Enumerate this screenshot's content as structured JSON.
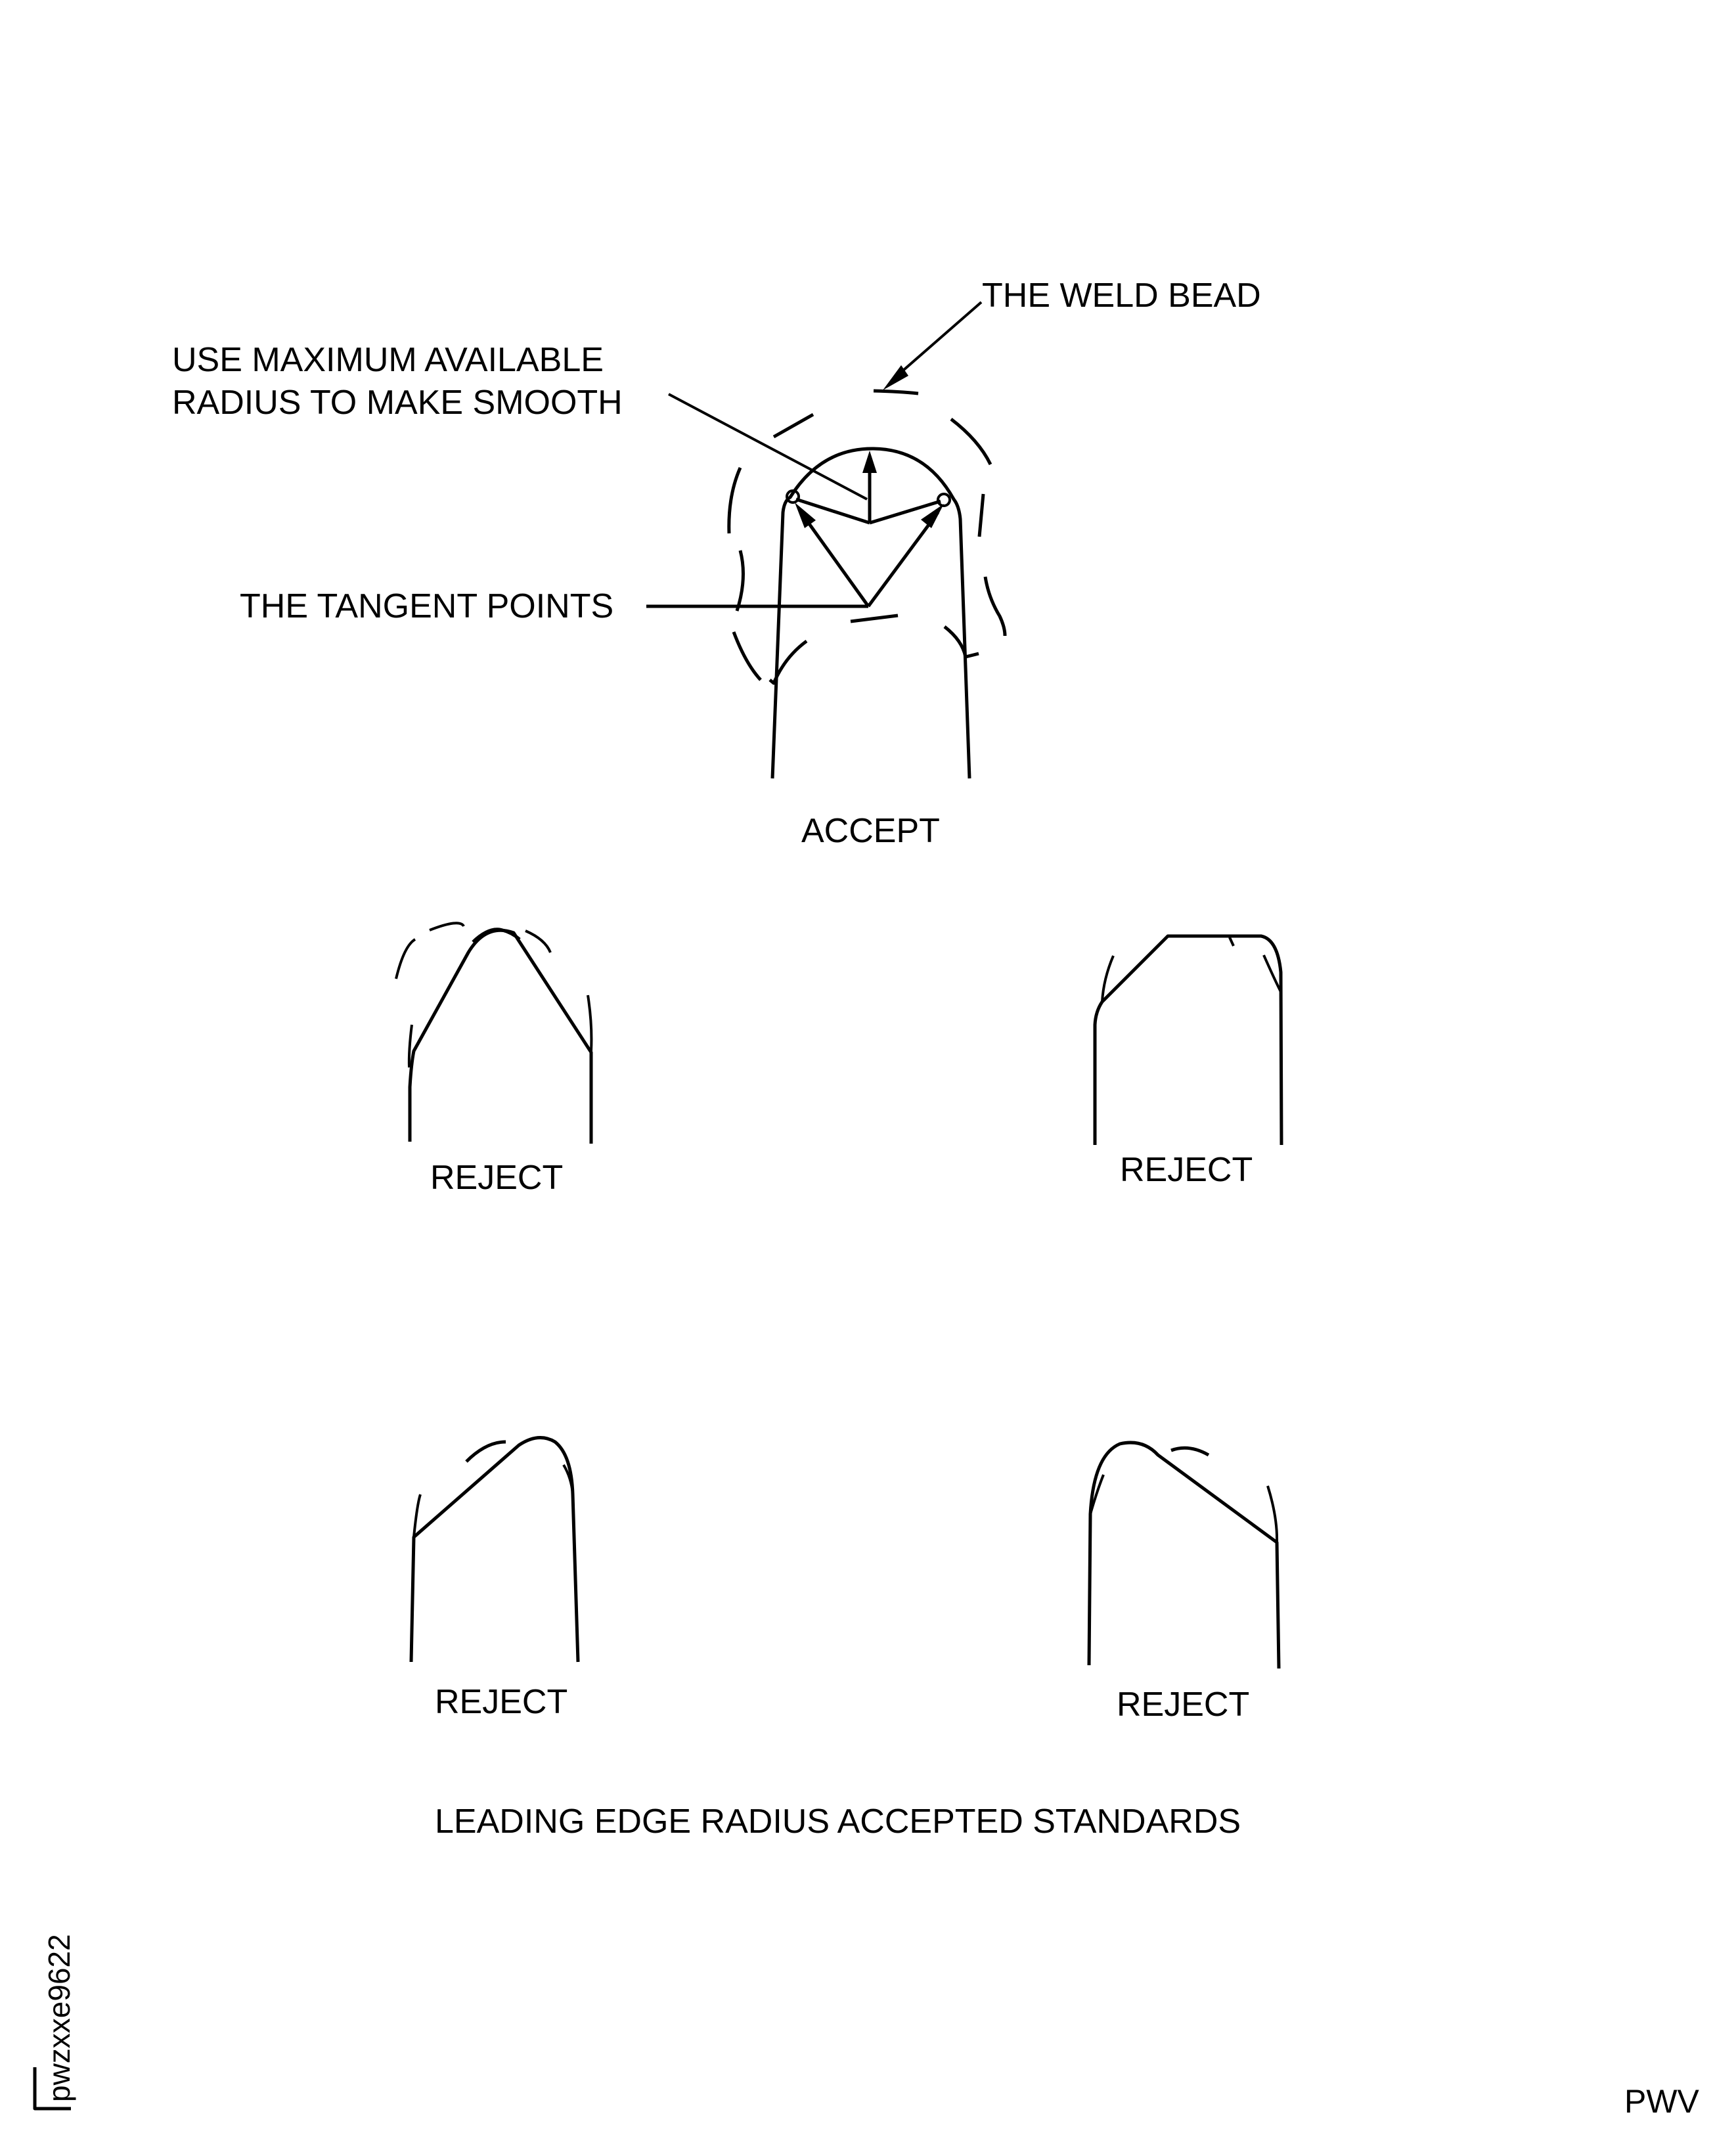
{
  "figure": {
    "title": "LEADING EDGE RADIUS ACCEPTED STANDARDS",
    "figure_id": "pwzxxe9622",
    "corner_code": "PWV",
    "line_color": "#000000",
    "background_color": "#ffffff"
  },
  "accept_diagram": {
    "label": "ACCEPT",
    "callouts": {
      "weld_bead": "THE WELD BEAD",
      "max_radius_line1": "USE MAXIMUM AVAILABLE",
      "max_radius_line2": "RADIUS TO MAKE SMOOTH",
      "tangent_points": "THE TANGENT POINTS"
    }
  },
  "reject_diagrams": [
    {
      "label": "REJECT",
      "position": "middle-left",
      "profile": "pointed tip, straight chamfers"
    },
    {
      "label": "REJECT",
      "position": "middle-right",
      "profile": "flat top with chamfer"
    },
    {
      "label": "REJECT",
      "position": "bottom-left",
      "profile": "asymmetric, long left chamfer"
    },
    {
      "label": "REJECT",
      "position": "bottom-right",
      "profile": "asymmetric, long right chamfer"
    }
  ]
}
